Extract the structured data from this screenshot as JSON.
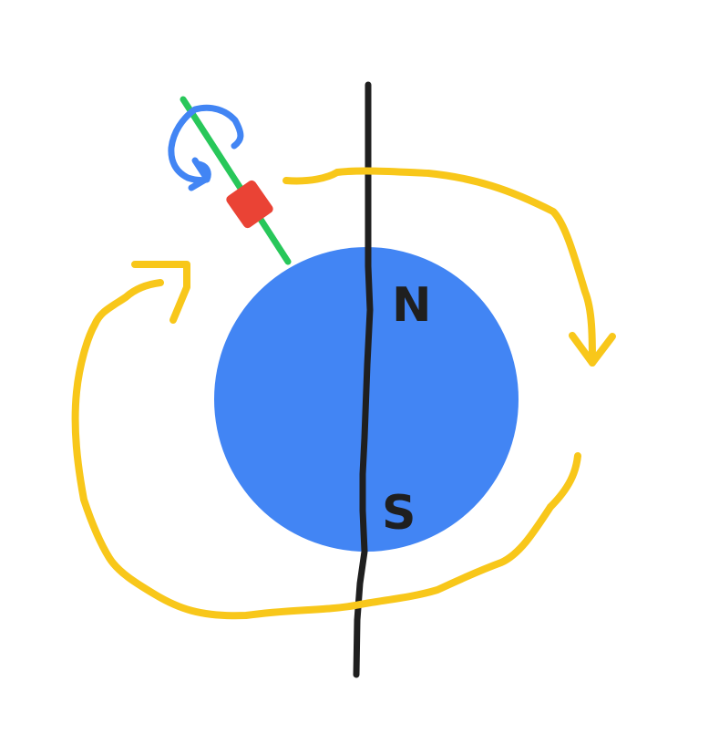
{
  "diagram": {
    "labels": {
      "north": "N",
      "south": "S"
    },
    "colors": {
      "background": "#ffffff",
      "globe": "#4285F4",
      "axis": "#1f1f1f",
      "orbit_arrows": "#F8C71A",
      "satellite_orbit": "#28C75A",
      "satellite": "#EA4335",
      "satellite_rotation": "#4285F4"
    },
    "elements": {
      "globe": "blue-circle",
      "axis": "black-vertical-line",
      "orbit_arrows": "yellow-circular-arrows",
      "satellite": "red-square",
      "satellite_path": "green-line",
      "satellite_spin": "blue-curved-arrow"
    }
  }
}
